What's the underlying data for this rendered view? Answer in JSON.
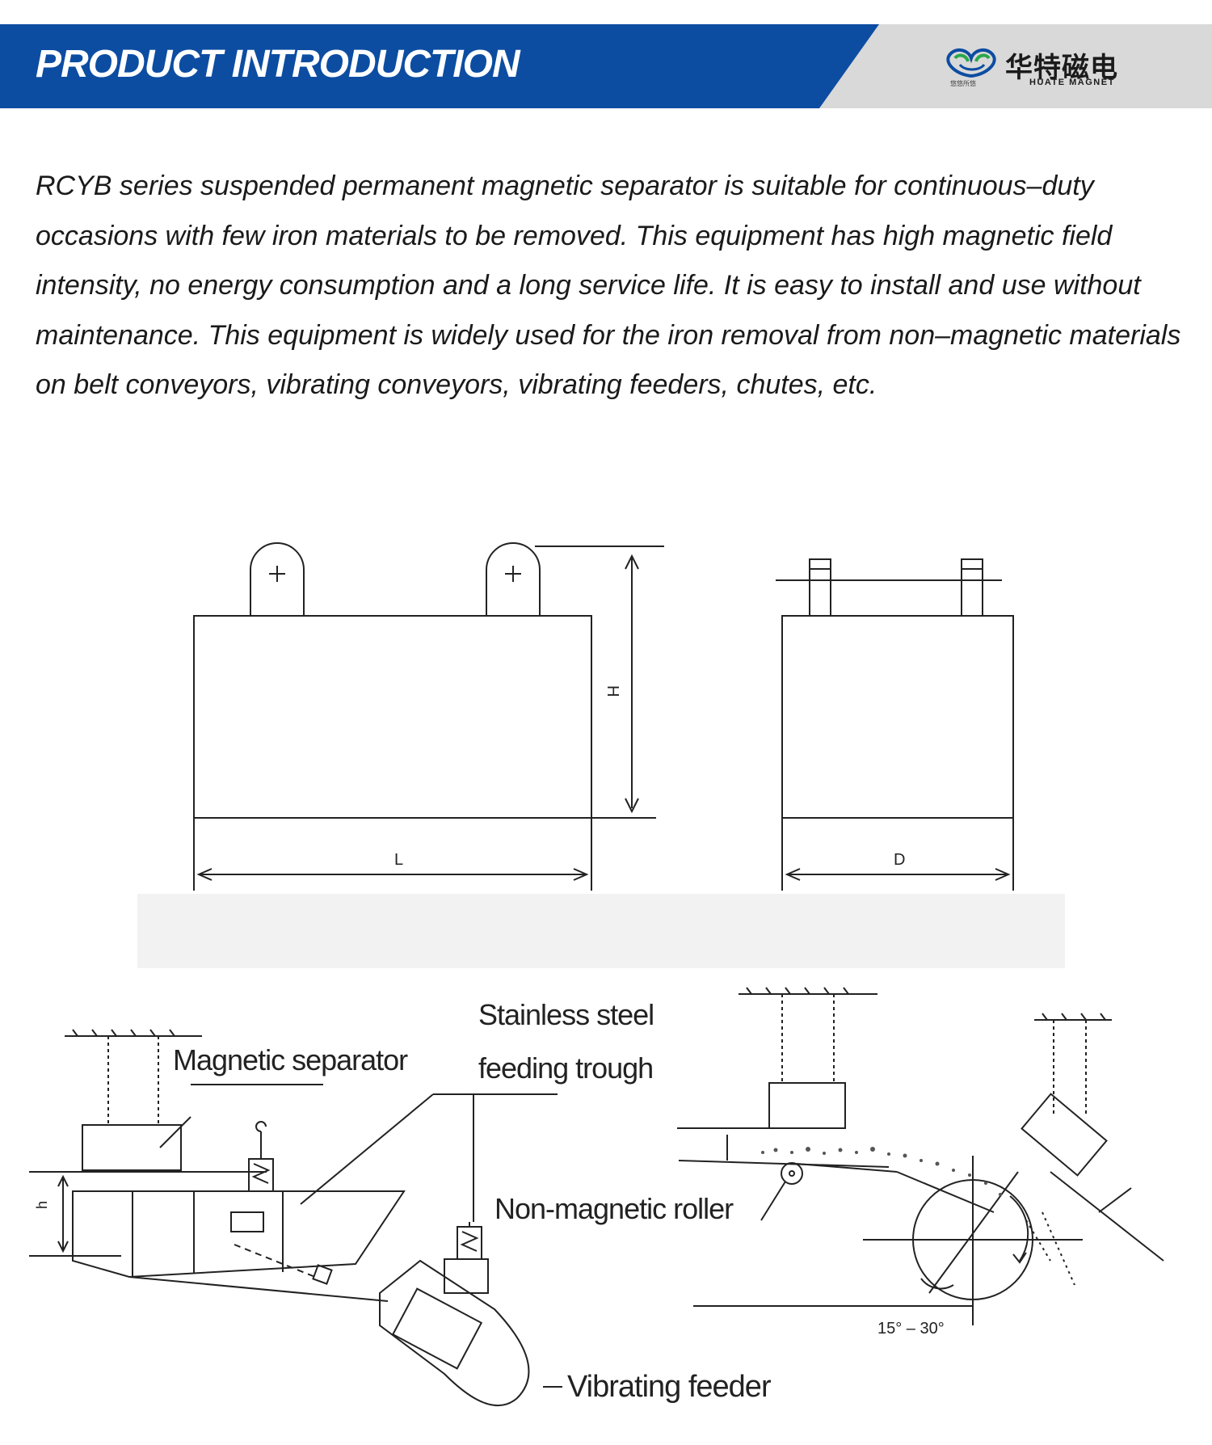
{
  "header": {
    "title": "PRODUCT INTRODUCTION",
    "brand_color": "#0c4da2",
    "logo": {
      "chinese_name": "华特磁电",
      "english_name": "HUATE MAGNET",
      "slogan": "悠悠所悠"
    }
  },
  "intro_text": "RCYB series suspended permanent magnetic separator is suitable for continuous–duty occasions with few iron materials to be removed. This equipment has high magnetic field intensity, no energy consumption and a long service life. It is easy to install and use without maintenance. This equipment is widely used for the iron removal from non–magnetic materials on belt conveyors, vibrating conveyors, vibrating feeders, chutes, etc.",
  "dimension_drawing": {
    "height_label": "H",
    "length_label": "L",
    "depth_label": "D"
  },
  "installation_diagram": {
    "magnetic_separator": "Magnetic separator",
    "stainless_line1": "Stainless steel",
    "stainless_line2": "feeding trough",
    "non_magnetic_roller": "Non-magnetic roller",
    "vibrating_feeder": "Vibrating feeder",
    "gap_label": "h",
    "angle_label": "15° – 30°"
  }
}
